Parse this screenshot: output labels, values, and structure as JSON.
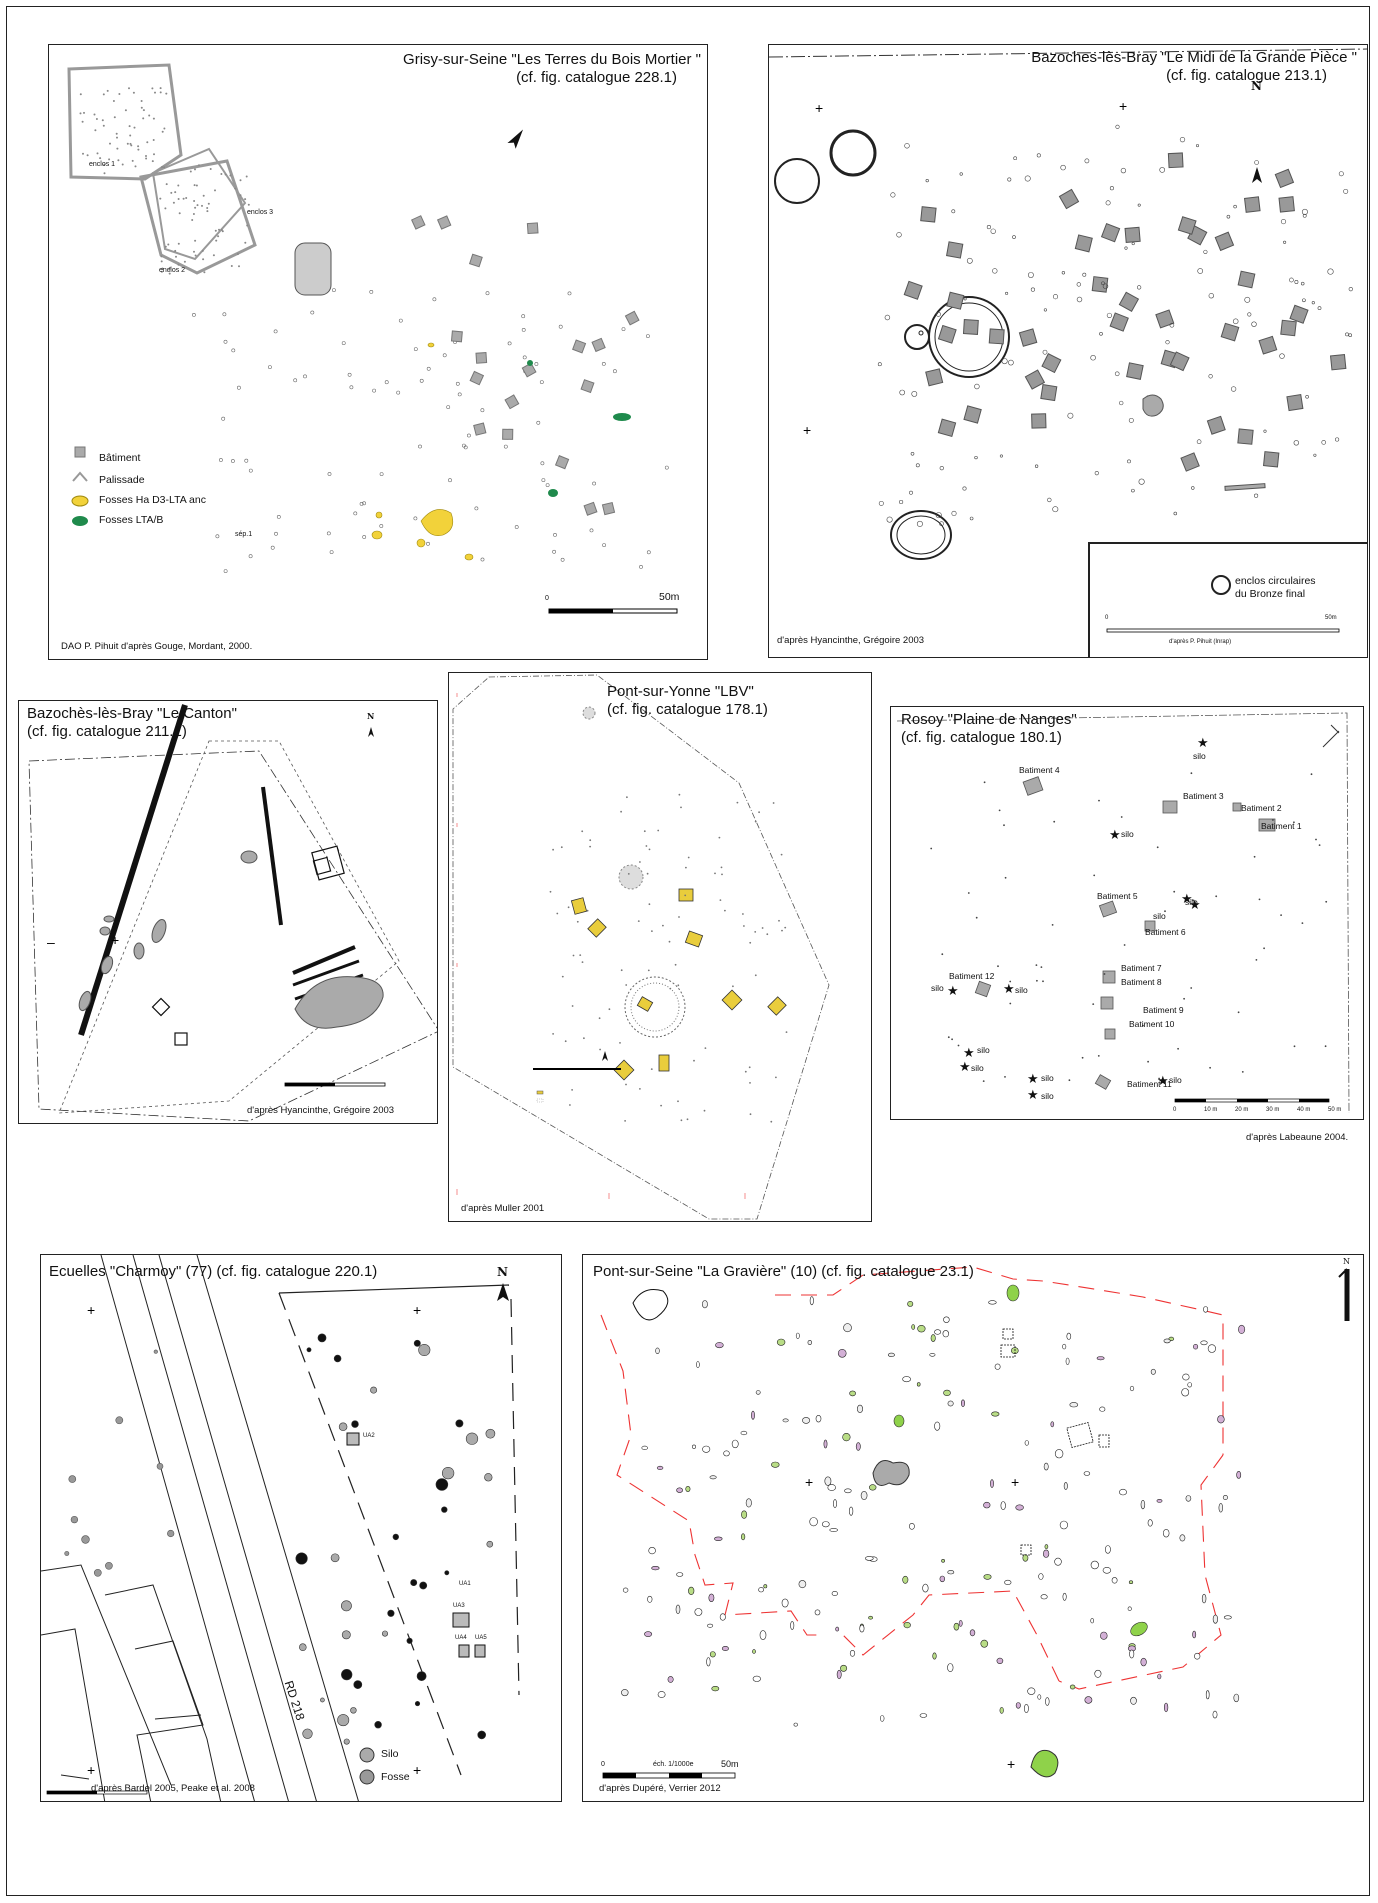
{
  "panels": {
    "grisy": {
      "title_line1": "Grisy-sur-Seine \"Les Terres du Bois Mortier \"",
      "title_line2": "(cf. fig. catalogue 228.1)",
      "credit": "DAO P. Pihuit d'après Gouge, Mordant, 2000.",
      "legend": {
        "batiment": "Bâtiment",
        "palissade": "Palissade",
        "fosses_ha": "Fosses Ha D3-LTA anc",
        "fosses_lta": "Fosses LTA/B"
      },
      "scale": {
        "start": "0",
        "end": "50m"
      },
      "labels": {
        "enclos1": "enclos 1",
        "enclos2": "enclos 2",
        "enclos3": "enclos 3",
        "sep1": "sép.1"
      },
      "colors": {
        "ha": "#f2d23a",
        "lta": "#1f8a4c"
      }
    },
    "bazoches_midi": {
      "title_line1": "Bazoches-lès-Bray \"Le Midi de la Grande Pièce \"",
      "title_line2": "(cf. fig. catalogue 213.1)",
      "credit": "d'après Hyancinthe, Grégoire 2003",
      "legend_line1": "enclos circulaires",
      "legend_line2": "du Bronze final",
      "scale": {
        "start": "0",
        "end": "50m"
      },
      "scale_credit": "d'après P. Pihuit (Inrap)",
      "north": "N"
    },
    "bazoches_canton": {
      "title_line1": "Bazochès-lès-Bray \"Le Canton\"",
      "title_line2": "(cf. fig. catalogue 211.1)",
      "credit": "d'après Hyancinthe, Grégoire 2003",
      "north": "N"
    },
    "pont_yonne": {
      "title_line1": "Pont-sur-Yonne \"LBV\"",
      "title_line2": "(cf. fig. catalogue 178.1)",
      "credit": "d'après Muller 2001"
    },
    "rosoy": {
      "title_line1": "Rosoy \"Plaine de Nanges\"",
      "title_line2": "(cf. fig. catalogue 180.1)",
      "external_credit": "d'après Labeaune 2004.",
      "silo": "silo",
      "batiments": [
        "Batiment 1",
        "Batiment 2",
        "Batiment 3",
        "Batiment 4",
        "Batiment 5",
        "Batiment 6",
        "Batiment 7",
        "Batiment 8",
        "Batiment 9",
        "Batiment 10",
        "Batiment 11",
        "Batiment 12"
      ],
      "scale": [
        "0",
        "10 m",
        "20 m",
        "30 m",
        "40 m",
        "50 m"
      ]
    },
    "ecuelles": {
      "title": "Ecuelles \"Charmoy\" (77) (cf. fig. catalogue 220.1)",
      "credit": "d'après Bardel 2005, Peake et al. 2008",
      "legend": {
        "silo": "Silo",
        "fosse": "Fosse"
      },
      "road": "RD 218",
      "north": "N",
      "ua": [
        "UA1",
        "UA2",
        "UA3",
        "UA4",
        "UA5"
      ]
    },
    "pont_seine": {
      "title": "Pont-sur-Seine \"La Gravière\" (10) (cf. fig. catalogue 23.1)",
      "credit": "d'après Dupéré, Verrier 2012",
      "scale_label": "éch. 1/1000e",
      "scale": {
        "start": "0",
        "end": "50m"
      },
      "north": "N"
    }
  }
}
